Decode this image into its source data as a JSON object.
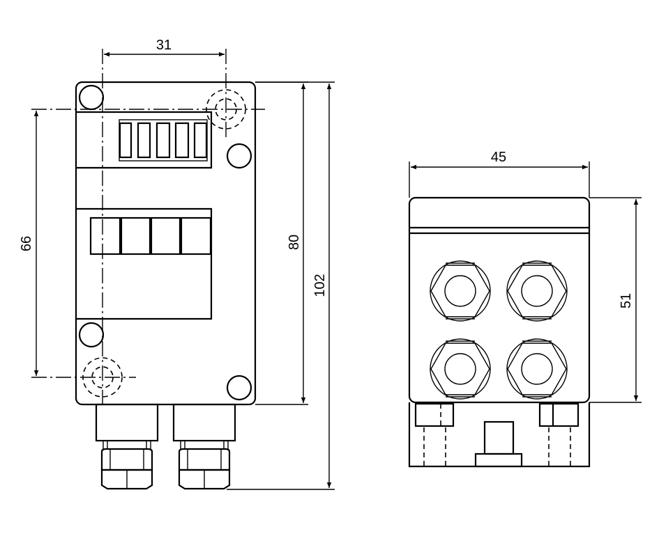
{
  "drawing": {
    "front_view": {
      "dim_width_mounting": "31",
      "dim_height_mounting": "66",
      "dim_height_body": "80",
      "dim_height_total": "102"
    },
    "side_view": {
      "dim_width": "45",
      "dim_height": "51"
    }
  }
}
